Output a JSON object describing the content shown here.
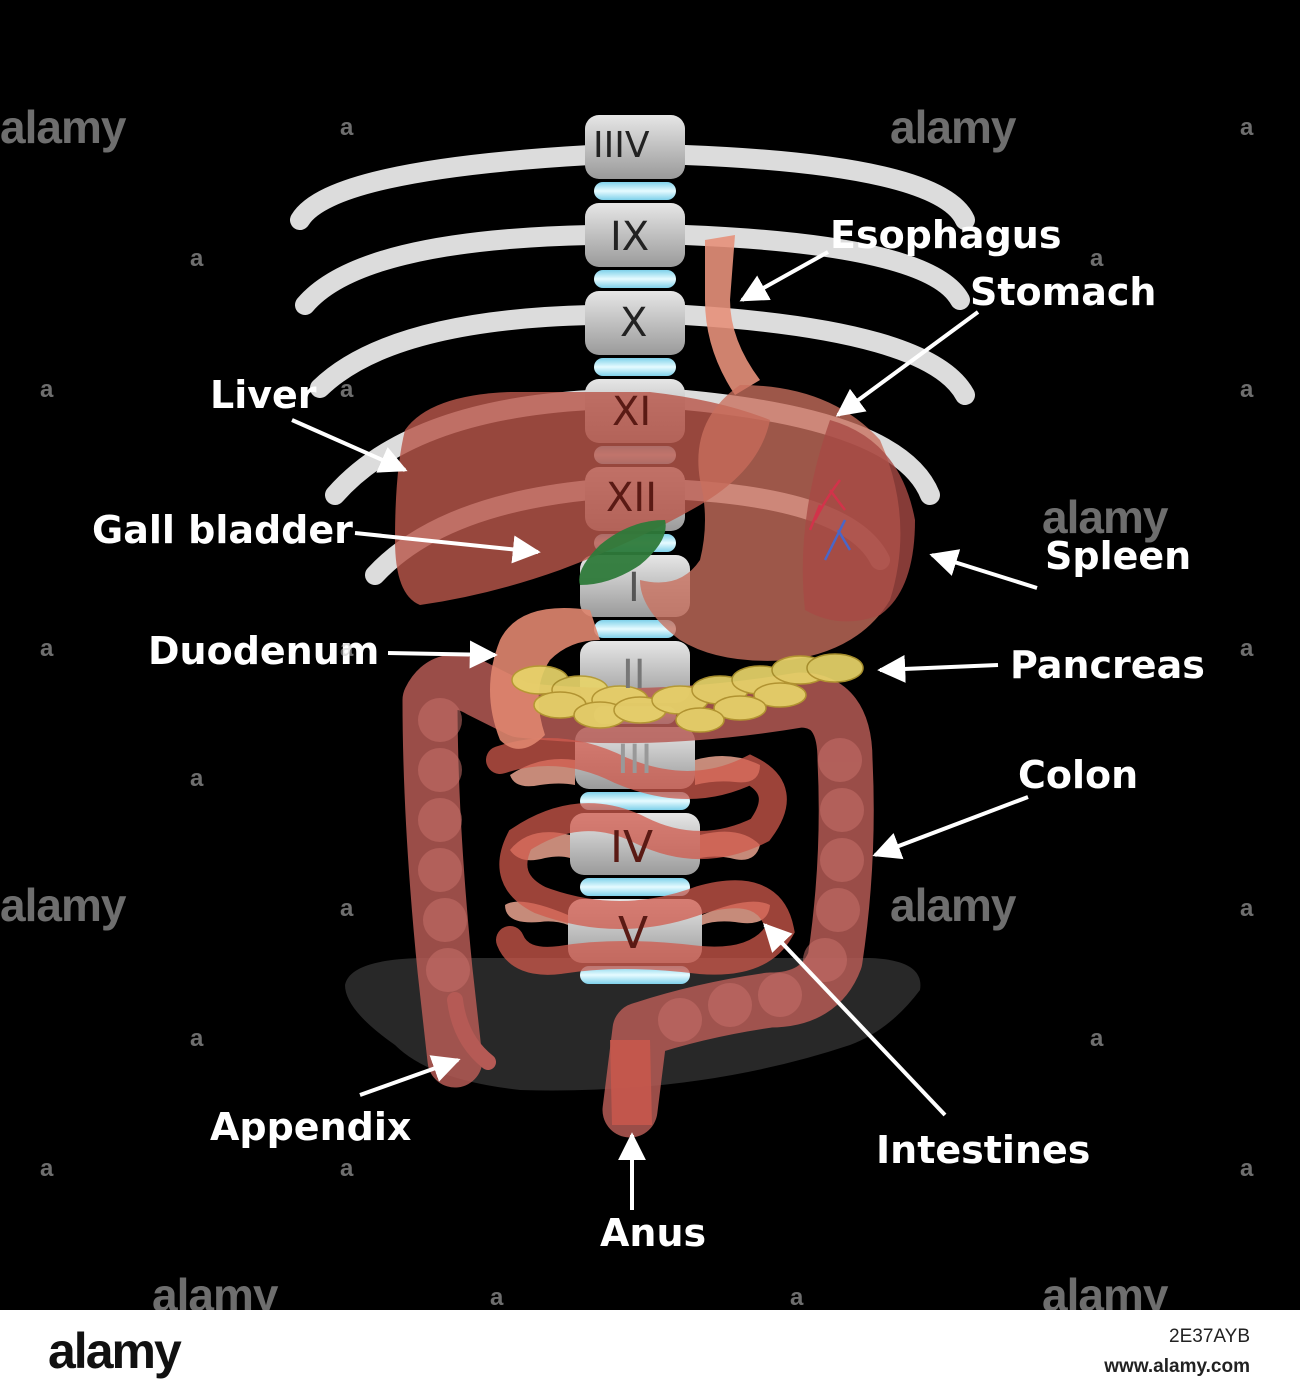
{
  "labels": {
    "esophagus": "Esophagus",
    "stomach": "Stomach",
    "liver": "Liver",
    "gall_bladder": "Gall bladder",
    "spleen": "Spleen",
    "duodenum": "Duodenum",
    "pancreas": "Pancreas",
    "colon": "Colon",
    "appendix": "Appendix",
    "intestines": "Intestines",
    "anus": "Anus"
  },
  "vertebrae": {
    "thoracic": [
      "IIIV",
      "IX",
      "X",
      "XI",
      "XII"
    ],
    "lumbar": [
      "I",
      "II",
      "III",
      "IV",
      "V"
    ]
  },
  "watermark": {
    "text": "alamy",
    "mark": "a"
  },
  "footer": {
    "logo": "alamy",
    "image_id": "2E37AYB",
    "site": "www.alamy.com"
  },
  "colors": {
    "background": "#000000",
    "bone": "#d9d9d9",
    "disc": "#a8e6f5",
    "organ": "#c9584a",
    "gall_bladder": "#2e7a3a",
    "pancreas": "#e8d46a",
    "label": "#ffffff"
  }
}
